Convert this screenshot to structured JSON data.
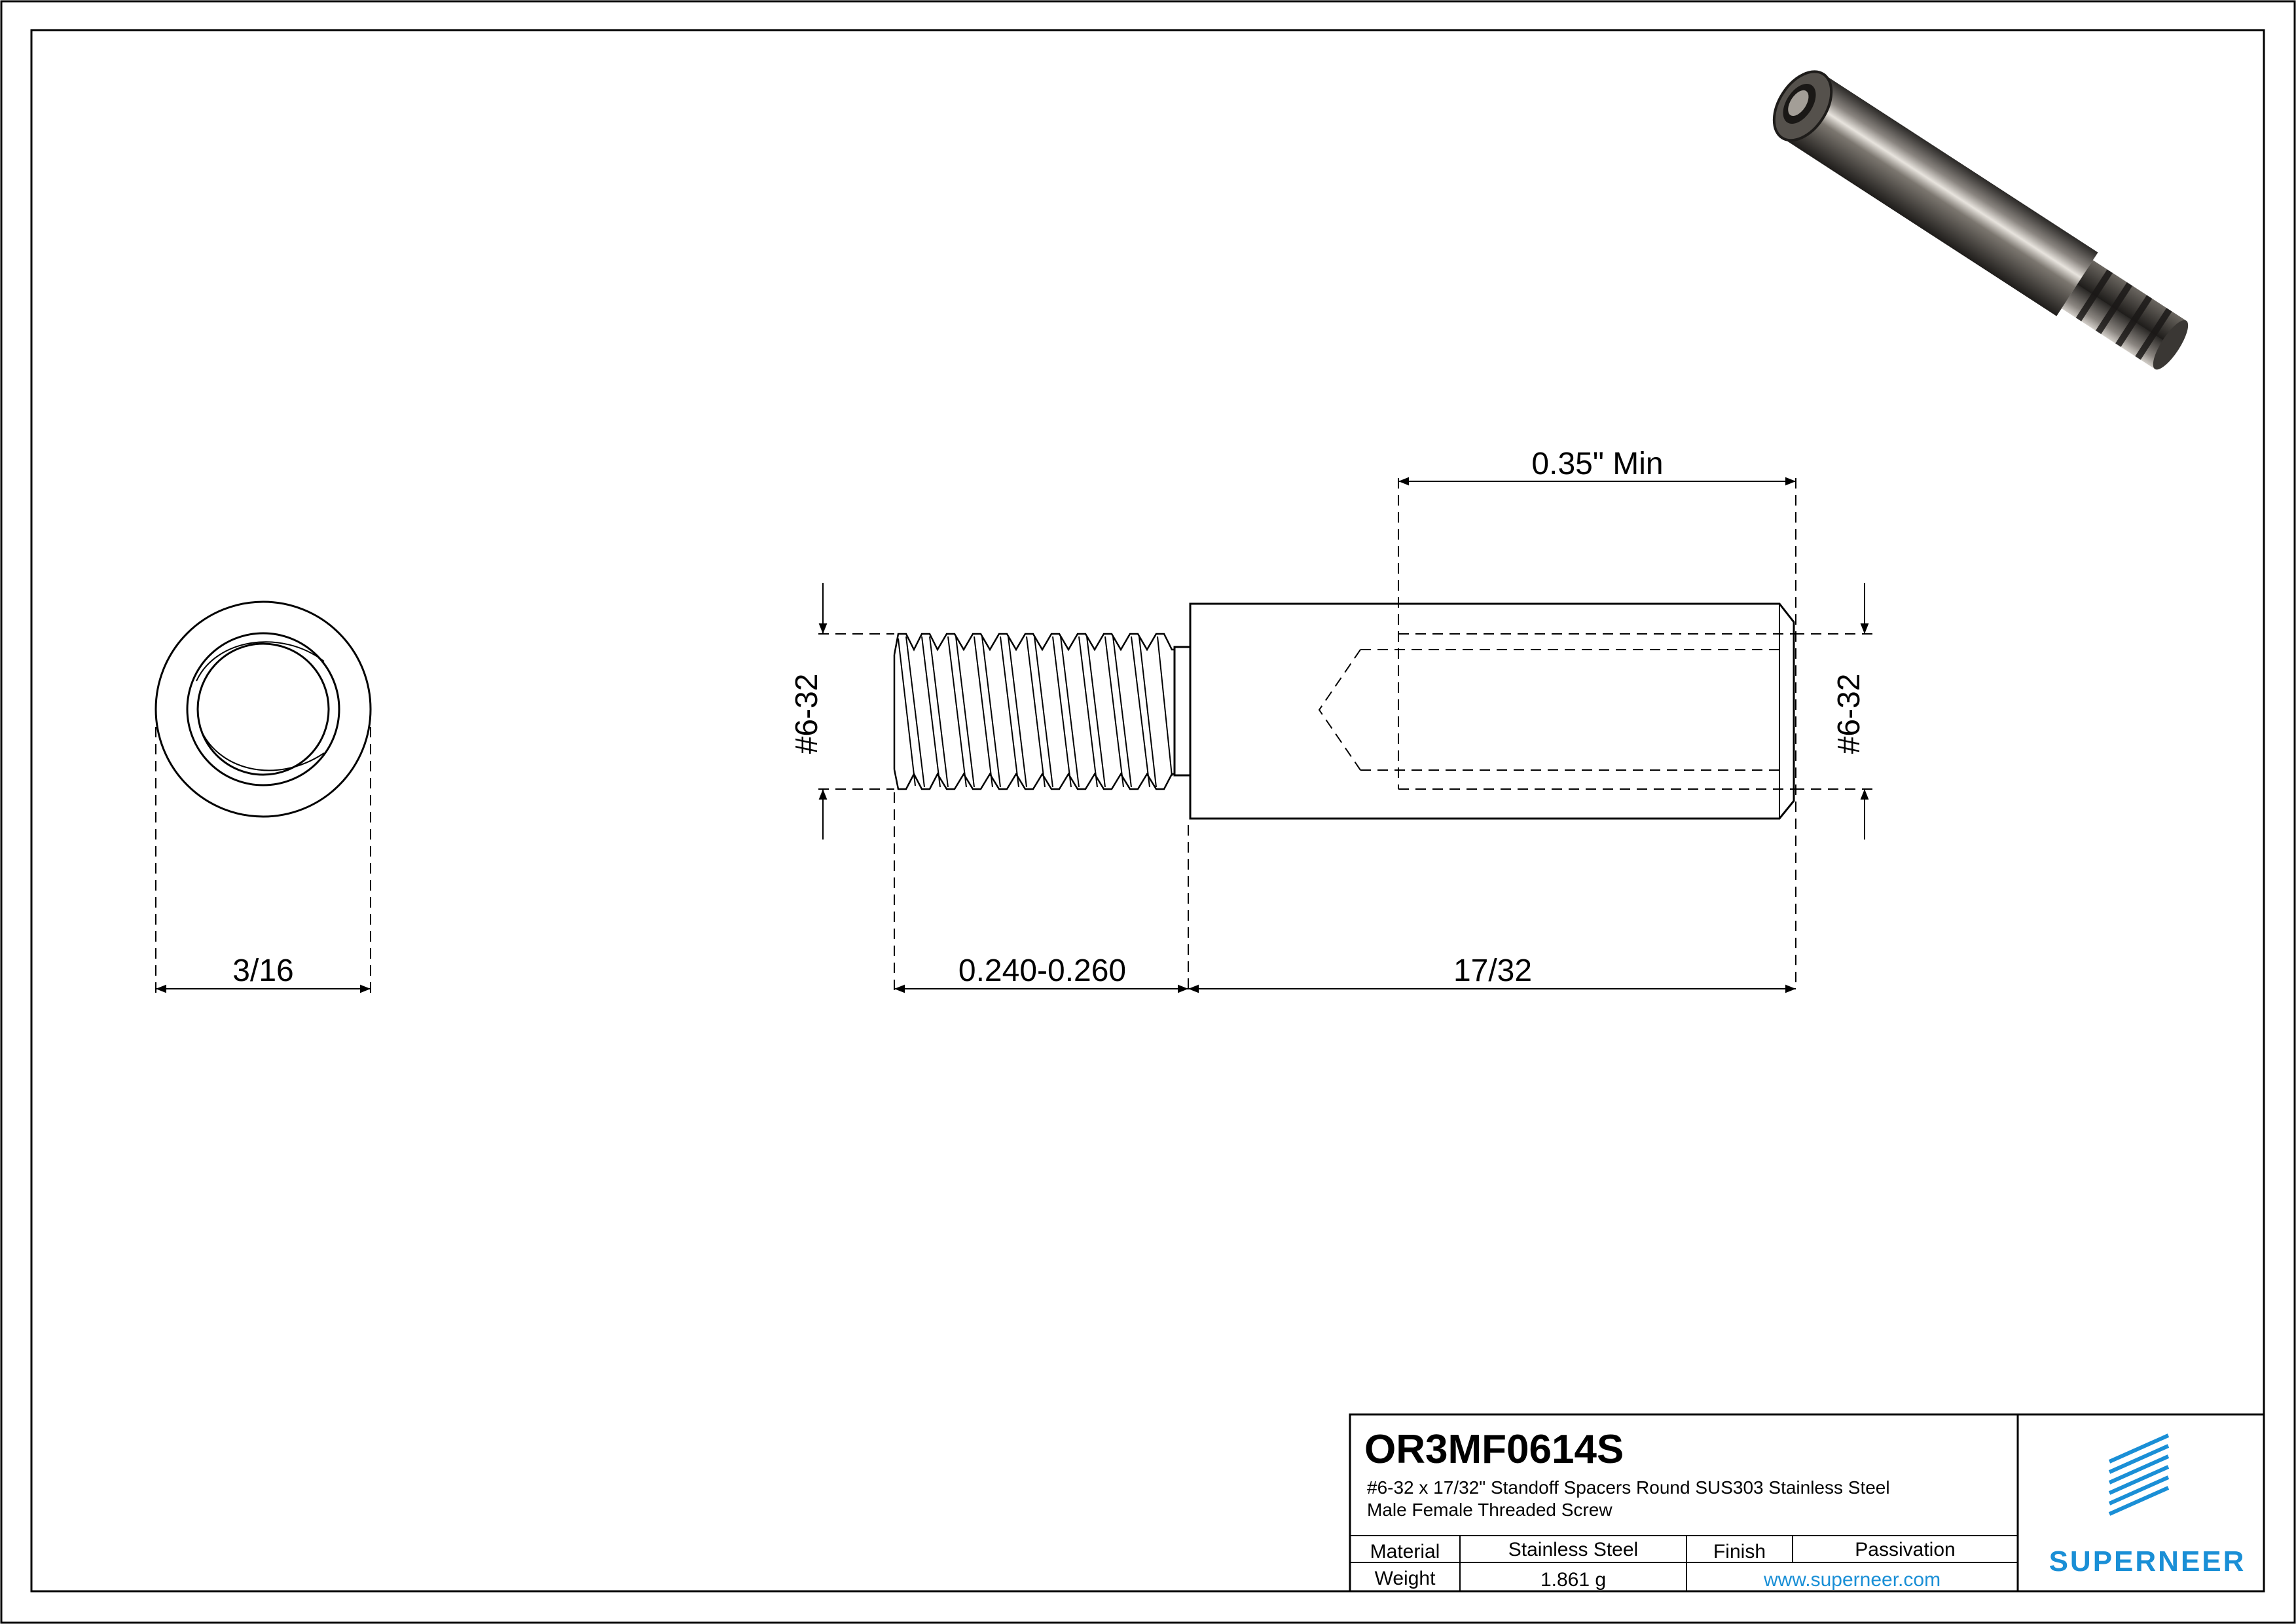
{
  "views": {
    "end_view": {
      "dim_width": "3/16"
    },
    "side_view": {
      "dim_thread_male": "#6-32",
      "dim_thread_female": "#6-32",
      "dim_thread_length": "0.240-0.260",
      "dim_body_length": "17/32",
      "dim_thread_depth": "0.35\" Min"
    }
  },
  "title_block": {
    "part_number": "OR3MF0614S",
    "description_line1": "#6-32 x 17/32\" Standoff Spacers Round SUS303 Stainless Steel",
    "description_line2": "Male Female Threaded Screw",
    "material_label": "Material",
    "material_value": "Stainless Steel",
    "finish_label": "Finish",
    "finish_value": "Passivation",
    "weight_label": "Weight",
    "weight_value": "1.861 g",
    "website": "www.superneer.com",
    "brand": "SUPERNEER"
  },
  "colors": {
    "line": "#000000",
    "brand": "#1a8fd6"
  }
}
